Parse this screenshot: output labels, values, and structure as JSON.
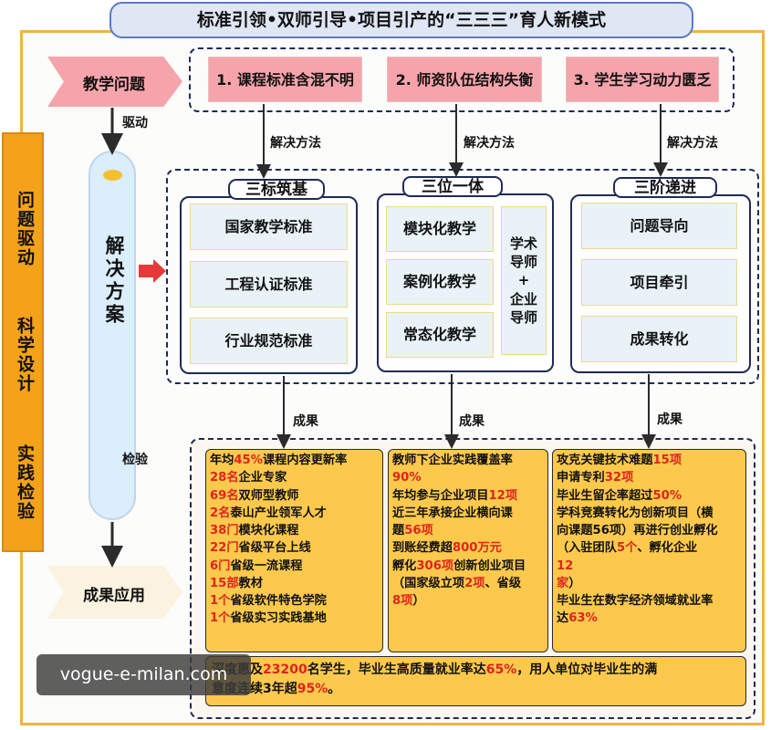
{
  "title": "标准引领•双师引导•项目引产的“三三三”育人新模式",
  "left_banner": [
    "问题驱动",
    "科学设计",
    "实践检验"
  ],
  "flow": {
    "problem_label": "教学问题",
    "drive_label": "驱动",
    "solution_label": "解决方案",
    "check_label": "检验",
    "application_label": "成果应用"
  },
  "problems": [
    "1. 课程标准含混不明",
    "2. 师资队伍结构失衡",
    "3. 学生学习动力匮乏"
  ],
  "method_label": "解决方法",
  "result_label": "成果",
  "solutions": [
    {
      "title": "三标筑基",
      "items": [
        "国家教学标准",
        "工程认证标准",
        "行业规范标准"
      ]
    },
    {
      "title": "三位一体",
      "items": [
        "模块化教学",
        "案例化教学",
        "常态化教学"
      ],
      "side_lines": [
        "学术",
        "导师",
        "+",
        "企业",
        "导师"
      ]
    },
    {
      "title": "三阶递进",
      "items": [
        "问题导向",
        "项目牵引",
        "成果转化"
      ]
    }
  ],
  "results": {
    "col1": [
      [
        "年均",
        "45%",
        "课程内容更新率"
      ],
      [
        "",
        "28名",
        "企业专家"
      ],
      [
        "",
        "69名",
        "双师型教师"
      ],
      [
        "",
        "2名",
        "泰山产业领军人才"
      ],
      [
        "",
        "38门",
        "模块化课程"
      ],
      [
        "",
        "22门",
        "省级平台上线"
      ],
      [
        "",
        "6门",
        "省级一流课程"
      ],
      [
        "",
        "15部",
        "教材"
      ],
      [
        "",
        "1个",
        "省级软件特色学院"
      ],
      [
        "",
        "1个",
        "省级实习实践基地"
      ]
    ],
    "col2": [
      [
        "教师下企业实践覆盖率",
        "",
        ""
      ],
      [
        "",
        "90%",
        ""
      ],
      [
        "年均参与企业项目",
        "12项",
        ""
      ],
      [
        "近三年承接企业横向课",
        "",
        ""
      ],
      [
        "题",
        "56项",
        ""
      ],
      [
        "到账经费超",
        "800万元",
        ""
      ],
      [
        "孵化",
        "306项",
        "创新创业项目"
      ],
      [
        "（国家级立项",
        "2项",
        "、省级"
      ],
      [
        "",
        "8项",
        "）"
      ]
    ],
    "col3": [
      [
        "攻克关键技术难题",
        "15项",
        ""
      ],
      [
        "申请专利",
        "32项",
        ""
      ],
      [
        "毕业生留企率超过",
        "50%",
        ""
      ],
      [
        "学科竞赛转化为创新项目（横",
        "",
        ""
      ],
      [
        "向课题56项）再进行创业孵化",
        "",
        ""
      ],
      [
        "（入驻团队",
        "5个",
        "、孵化企业"
      ],
      [
        "",
        "12",
        ""
      ],
      [
        "",
        "家",
        "）"
      ],
      [
        "毕业生在数字经济领域就业率",
        "",
        ""
      ],
      [
        "达",
        "63%",
        ""
      ]
    ],
    "bottom": [
      [
        "深度惠及",
        "23200",
        "名学生，毕业生高质量就业率达",
        "65%",
        "，用人单位对毕业生的满"
      ],
      [
        "意度连续3年超",
        "95%",
        "。",
        "",
        ""
      ]
    ]
  },
  "watermark": "vogue-e-milan.com",
  "colors": {
    "title_bg": "#dfe7f5",
    "frame": "#f2b342",
    "banner": "#f3a21a",
    "problem": "#f6a4ab",
    "item": "#e9f3f7",
    "result": "#fcc94d",
    "highlight": "#e0231d",
    "navy": "#1f2a56"
  }
}
